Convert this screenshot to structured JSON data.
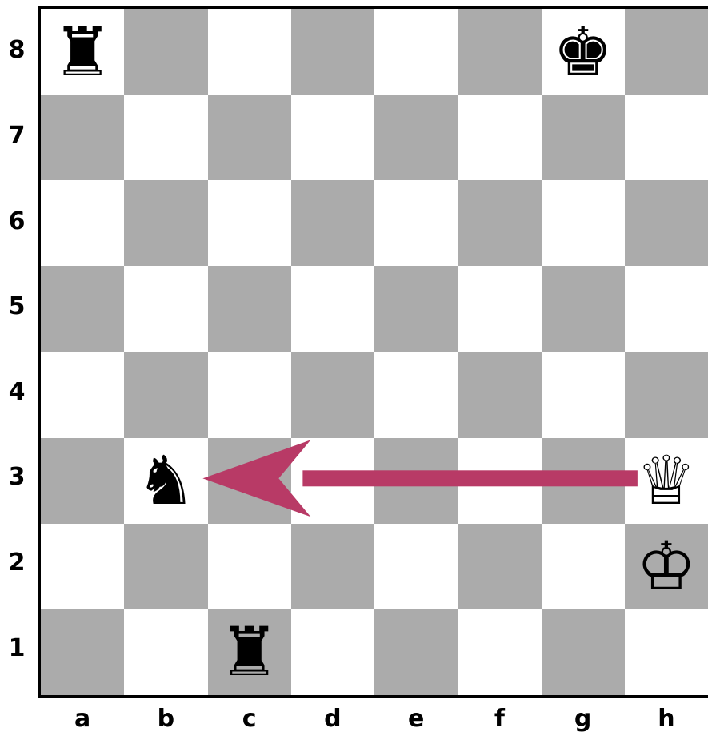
{
  "ranks": [
    "8",
    "7",
    "6",
    "5",
    "4",
    "3",
    "2",
    "1"
  ],
  "files": [
    "a",
    "b",
    "c",
    "d",
    "e",
    "f",
    "g",
    "h"
  ],
  "pieces": [
    {
      "square": "a8",
      "piece": "rook",
      "color": "black",
      "glyph": "♜"
    },
    {
      "square": "g8",
      "piece": "king",
      "color": "black",
      "glyph": "♚"
    },
    {
      "square": "b3",
      "piece": "knight",
      "color": "black",
      "glyph": "♞"
    },
    {
      "square": "h3",
      "piece": "queen",
      "color": "white",
      "glyph": "♕"
    },
    {
      "square": "h2",
      "piece": "king",
      "color": "white",
      "glyph": "♔"
    },
    {
      "square": "c1",
      "piece": "rook",
      "color": "black",
      "glyph": "♜"
    }
  ],
  "arrow": {
    "from": "h3",
    "to": "b3",
    "color": "#b83a66"
  },
  "colors": {
    "light_square": "#ffffff",
    "dark_square": "#ababab"
  }
}
